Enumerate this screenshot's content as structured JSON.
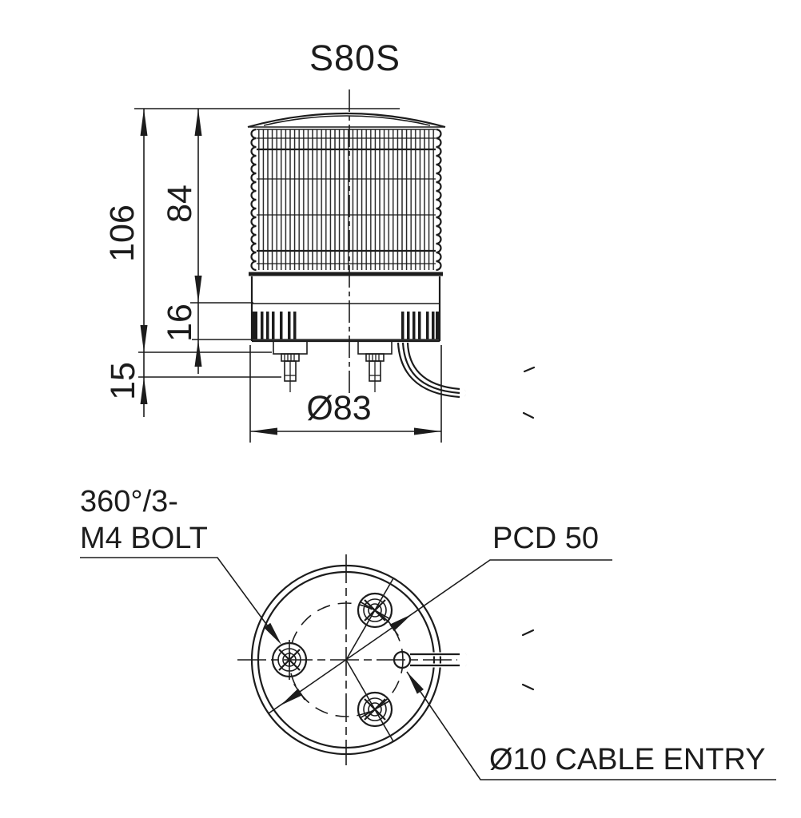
{
  "colors": {
    "ink": "#1c1c1c",
    "background": "#ffffff"
  },
  "title": "S80S",
  "front_view": {
    "dim_overall_height": "106",
    "dim_lens_height": "84",
    "dim_body_height": "16",
    "dim_stud_length": "15",
    "dim_diameter": "Ø83"
  },
  "bottom_view": {
    "bolt_note_line1": "360°/3-",
    "bolt_note_line2": "M4 BOLT",
    "pcd_note": "PCD 50",
    "cable_note": "Ø10 CABLE ENTRY"
  }
}
